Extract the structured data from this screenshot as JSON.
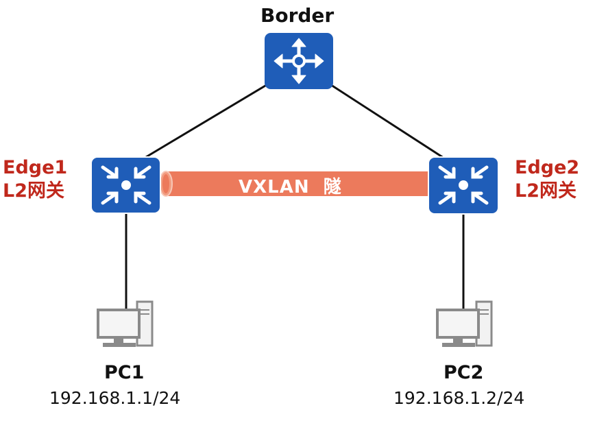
{
  "colors": {
    "device_blue": "#1f5db8",
    "device_border": "#ffffff",
    "label_red": "#c0281c",
    "tunnel_fill": "#ec7a5c",
    "link_black": "#111111",
    "pc_gray": "#8a8a8a"
  },
  "nodes": {
    "border": {
      "label": "Border",
      "icon": "router-icon"
    },
    "edge1": {
      "name": "Edge1",
      "role": "L2网关",
      "icon": "switch-icon"
    },
    "edge2": {
      "name": "Edge2",
      "role": "L2网关",
      "icon": "switch-icon"
    },
    "pc1": {
      "name": "PC1",
      "ip": "192.168.1.1/24",
      "icon": "pc-icon"
    },
    "pc2": {
      "name": "PC2",
      "ip": "192.168.1.2/24",
      "icon": "pc-icon"
    }
  },
  "tunnel": {
    "label": "VXLAN  隧"
  },
  "links": [
    {
      "from": "border",
      "to": "edge1"
    },
    {
      "from": "border",
      "to": "edge2"
    },
    {
      "from": "edge1",
      "to": "pc1"
    },
    {
      "from": "edge2",
      "to": "pc2"
    }
  ]
}
